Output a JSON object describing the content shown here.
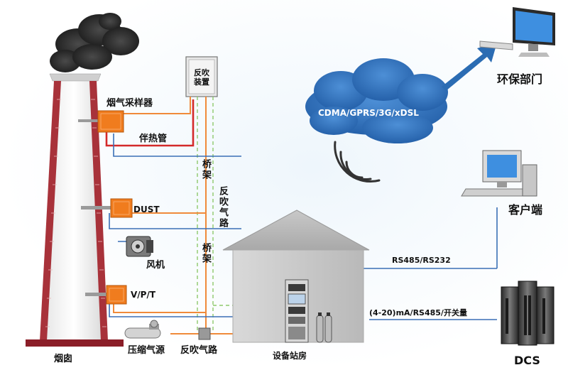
{
  "labels": {
    "sampler": "烟气采样器",
    "heat_pipe": "伴热管",
    "dust": "DUST",
    "fan": "风机",
    "vpt": "V/P/T",
    "chimney": "烟囱",
    "compressed_air": "压缩气源",
    "backflush_path_bottom": "反吹气路",
    "backflush_device": "反吹装置",
    "bridge_frame_1": "桥架",
    "bridge_frame_2": "桥架",
    "backflush_path_vertical": "反吹气路",
    "cloud_network": "CDMA/GPRS/3G/xDSL",
    "env_dept": "环保部门",
    "client": "客户端",
    "rs485_rs232": "RS485/RS232",
    "analog_link": "(4-20)mA/RS485/开关量",
    "station": "设备站房",
    "dcs": "DCS"
  },
  "colors": {
    "sensor_orange": "#f07c1e",
    "heat_pipe_red": "#d42a2a",
    "line_blue": "#3a6fb6",
    "air_line_orange": "#f08a3a",
    "bridge_green": "#8ec96b",
    "cloud_blue": "#2a6db5",
    "arrow_blue": "#2b6cb3",
    "chimney_brick": "#a8323a"
  }
}
